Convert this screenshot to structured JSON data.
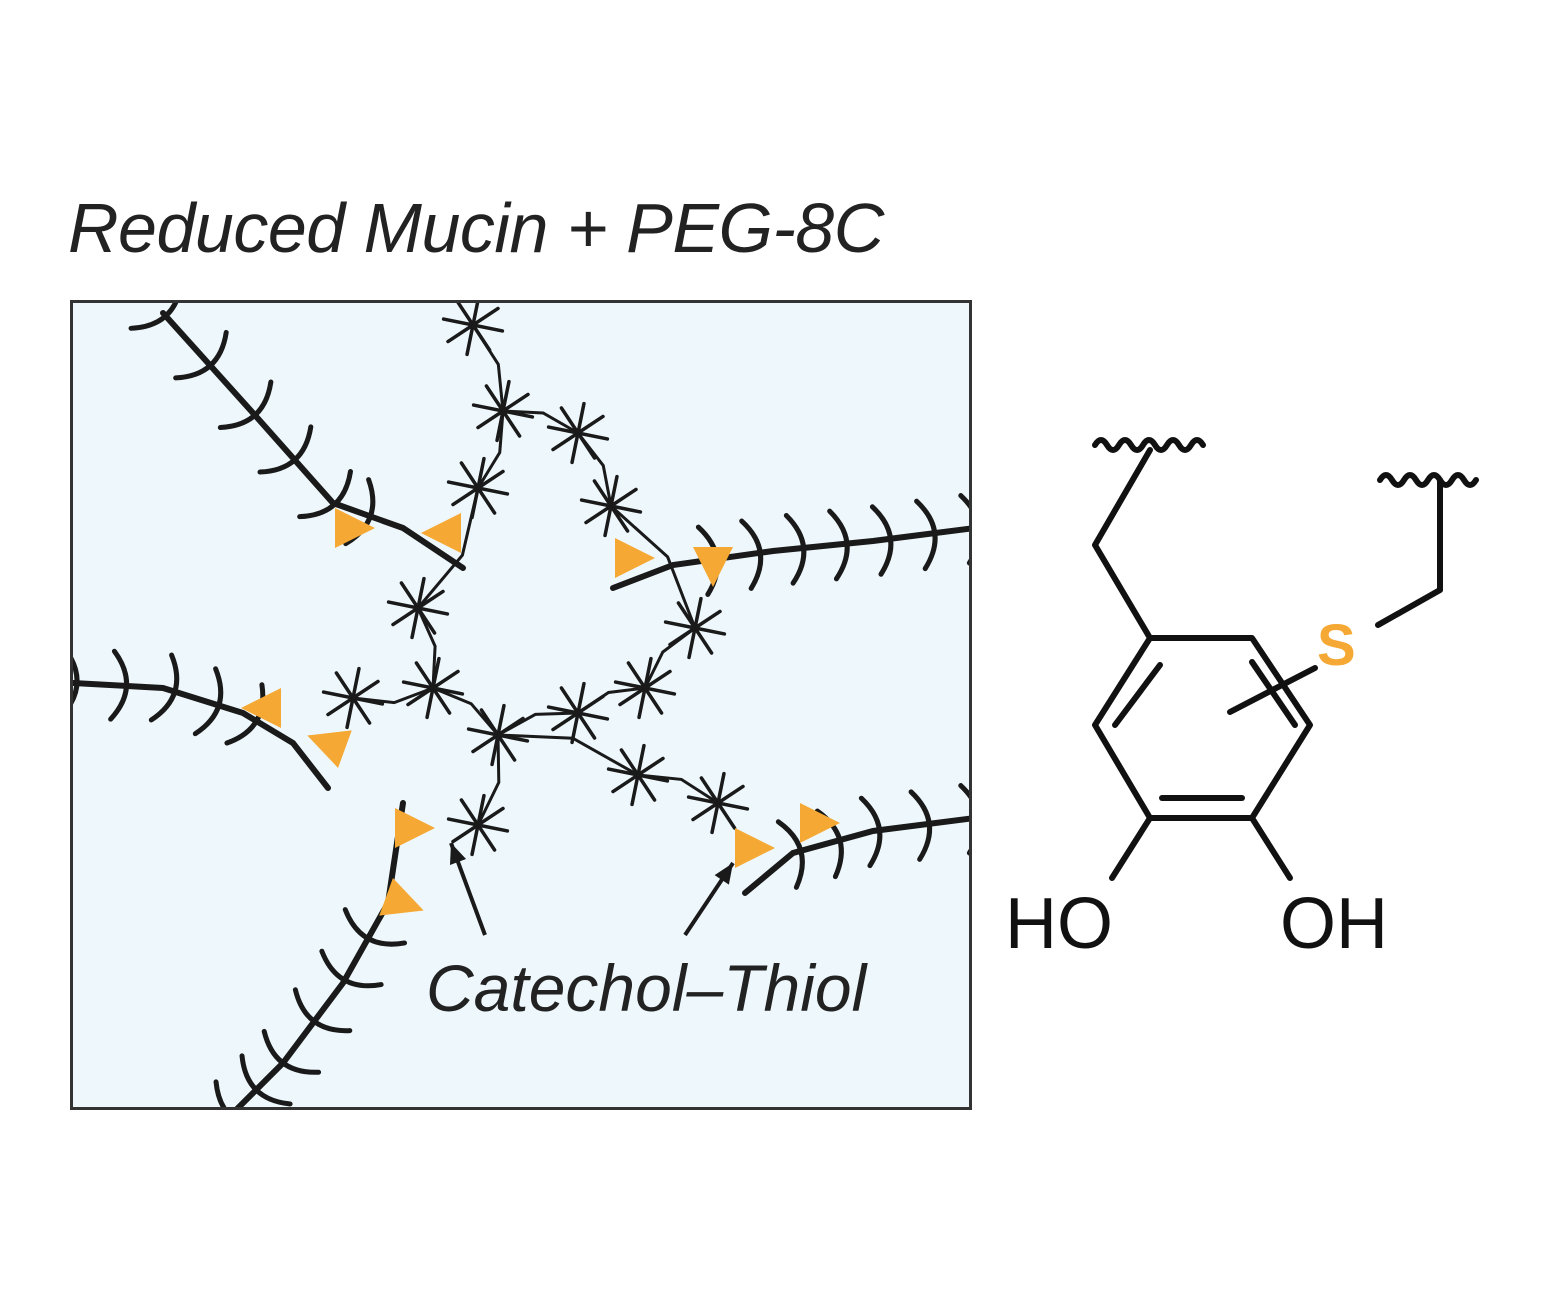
{
  "title": "Reduced Mucin + PEG-8C",
  "annotation": "Catechol–Thiol",
  "structure": {
    "left_group": "HO",
    "right_group": "OH",
    "heteroatom": "S"
  },
  "colors": {
    "panel_bg": "#eef8fc",
    "border": "#333333",
    "polymer": "#1a1a1a",
    "catechol_marker": "#f5a833",
    "sulfur": "#f5a833"
  },
  "icons": [
    "mucin-chain-icon",
    "peg-star-icon",
    "catechol-triangle-icon",
    "arrow-icon",
    "benzene-ring-icon"
  ]
}
